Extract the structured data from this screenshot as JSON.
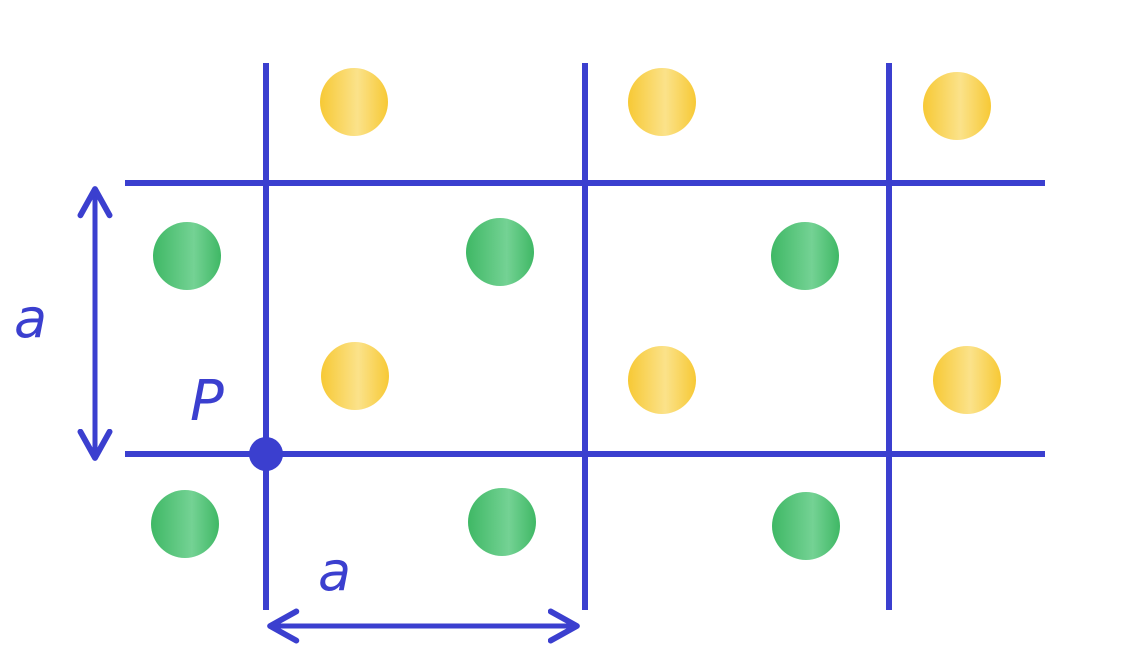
{
  "labels": {
    "vertical_spacing": "a",
    "horizontal_spacing": "a",
    "lattice_point": "P"
  },
  "colors": {
    "lines": "#3b3fcf",
    "yellow_atom": "#f9cf3f",
    "green_atom": "#49c16e",
    "background": "#ffffff"
  },
  "lattice": {
    "columns": 3,
    "rows": 2,
    "yellow_atoms_per_row": 3,
    "green_atoms_per_row": 3
  }
}
